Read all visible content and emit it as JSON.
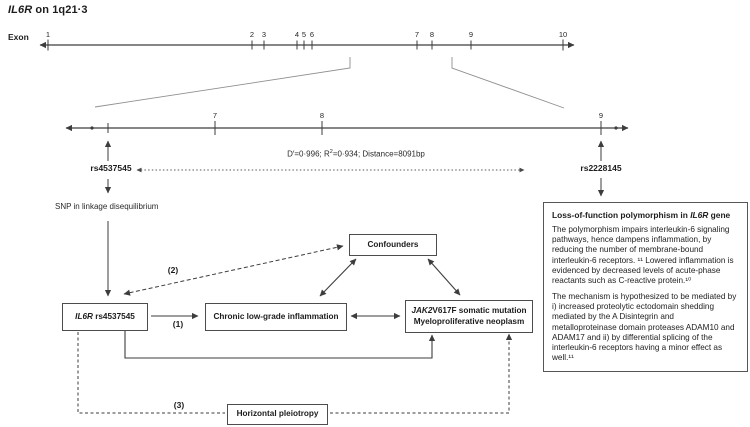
{
  "title": {
    "gene": "IL6R",
    "rest": " on 1q21·3"
  },
  "gene_map": {
    "exon_label": "Exon",
    "exon_numbers": [
      "1",
      "2",
      "3",
      "4",
      "5",
      "6",
      "7",
      "8",
      "9",
      "10"
    ],
    "zoom_exons": [
      "7",
      "8",
      "9"
    ]
  },
  "ld": {
    "snp_left": "rs4537545",
    "snp_right": "rs2228145",
    "stats_pre": "D′=0·996; R",
    "stats_sup": "2",
    "stats_post": "=0·934; Distance=8091bp",
    "linkage_note": "SNP in linkage disequilibrium"
  },
  "diagram": {
    "confounders": "Confounders",
    "exposure_gene": "IL6R",
    "exposure_rest": " rs4537545",
    "mediator": "Chronic low-grade inflammation",
    "outcome_gene": "JAK2",
    "outcome_line1_rest": "V617F somatic mutation",
    "outcome_line2": "Myeloproliferative neoplasm",
    "pleiotropy": "Horizontal pleiotropy",
    "label1": "(1)",
    "label2": "(2)",
    "label3": "(3)"
  },
  "panel": {
    "title_pre": "Loss-of-function polymorphism in ",
    "title_gene": "IL6R",
    "title_post": " gene",
    "para1": "The polymorphism impairs interleukin-6 signaling pathways, hence dampens inflammation, by reducing the number of membrane-bound interleukin-6 receptors. ¹¹ Lowered inflammation is evidenced by decreased levels of acute-phase reactants such as C-reactive protein.¹⁰",
    "para2": "The mechanism is hypothesized to be mediated by i) increased proteolytic ectodomain shedding mediated by the A Disintegrin and metalloproteinase domain proteases ADAM10 and ADAM17 and ii) by differential splicing of the interleukin-6 receptors having a minor effect as well.¹¹"
  }
}
